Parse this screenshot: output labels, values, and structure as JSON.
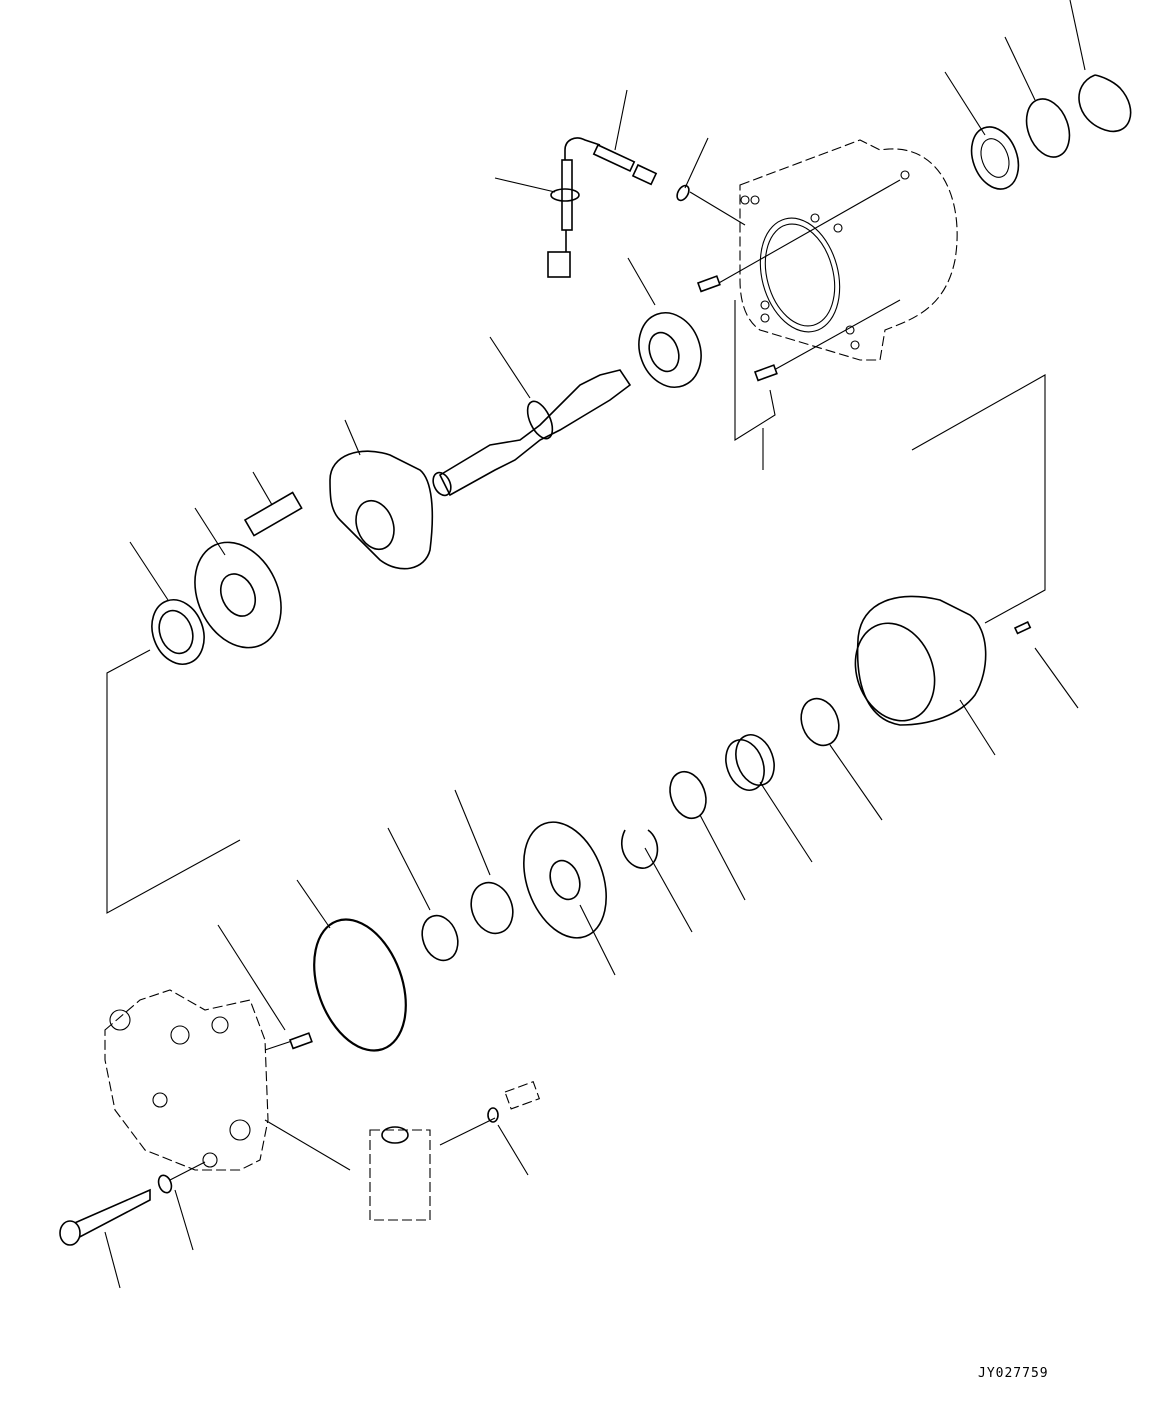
{
  "diagram": {
    "type": "exploded-parts-diagram",
    "subject": "hydraulic motor assembly",
    "reference_code": "JY027759",
    "colors": {
      "line": "#000000",
      "background": "#ffffff"
    }
  }
}
